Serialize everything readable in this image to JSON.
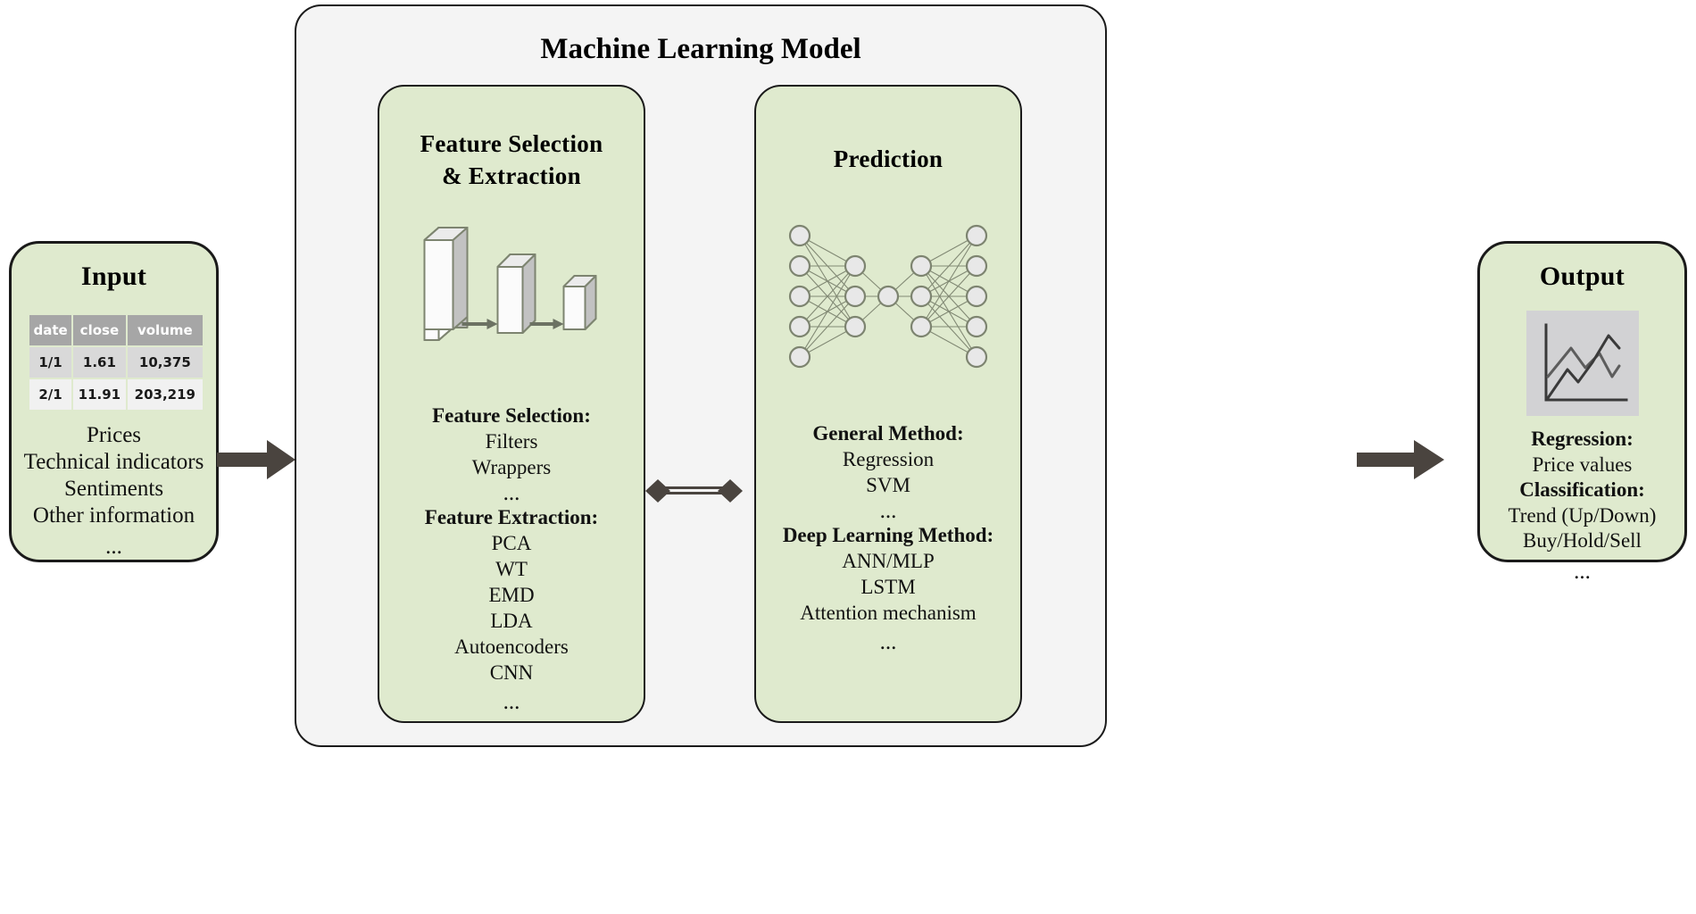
{
  "diagram": {
    "title": "Machine Learning Model"
  },
  "input": {
    "title": "Input",
    "table": {
      "columns": [
        "date",
        "close",
        "volume"
      ],
      "rows": [
        [
          "1/1",
          "1.61",
          "10,375"
        ],
        [
          "2/1",
          "11.91",
          "203,219"
        ]
      ]
    },
    "items": [
      "Prices",
      "Technical indicators",
      "Sentiments",
      "Other information"
    ],
    "ellipsis": "..."
  },
  "feature_panel": {
    "title_line1": "Feature Selection",
    "title_line2": "& Extraction",
    "icon": "cnn-layers-icon",
    "selection_heading": "Feature Selection:",
    "selection_items": [
      "Filters",
      "Wrappers"
    ],
    "selection_ellipsis": "...",
    "extraction_heading": "Feature Extraction:",
    "extraction_items": [
      "PCA",
      "WT",
      "EMD",
      "LDA",
      "Autoencoders",
      "CNN"
    ],
    "extraction_ellipsis": "..."
  },
  "prediction_panel": {
    "title": "Prediction",
    "icon": "neural-network-icon",
    "general_heading": "General Method:",
    "general_items": [
      "Regression",
      "SVM"
    ],
    "general_ellipsis": "...",
    "deep_heading": "Deep Learning Method:",
    "deep_items": [
      "ANN/MLP",
      "LSTM",
      "Attention mechanism"
    ],
    "deep_ellipsis": "..."
  },
  "output": {
    "title": "Output",
    "icon": "line-chart-icon",
    "regression_heading": "Regression:",
    "regression_items": [
      "Price values"
    ],
    "classification_heading": "Classification:",
    "classification_items": [
      "Trend (Up/Down)",
      "Buy/Hold/Sell"
    ],
    "ellipsis": "..."
  },
  "connectors": {
    "input_arrow": "arrow-right-icon",
    "output_arrow": "arrow-right-icon",
    "panel_link": "diamond-double-line-connector"
  },
  "colors": {
    "card_fill": "#dfeace",
    "container_fill": "#f4f4f4",
    "border": "#1a1a1a",
    "table_header": "#a6a6a6",
    "table_row_a": "#d9d9d9",
    "table_row_b": "#f1f1f1",
    "arrow": "#4a443f",
    "node_fill": "#e8e8e8",
    "node_stroke": "#7d8470",
    "slab_face": "#c2c2c2",
    "slab_edge": "#7d8470",
    "chart_bg": "#d2d2d4"
  }
}
